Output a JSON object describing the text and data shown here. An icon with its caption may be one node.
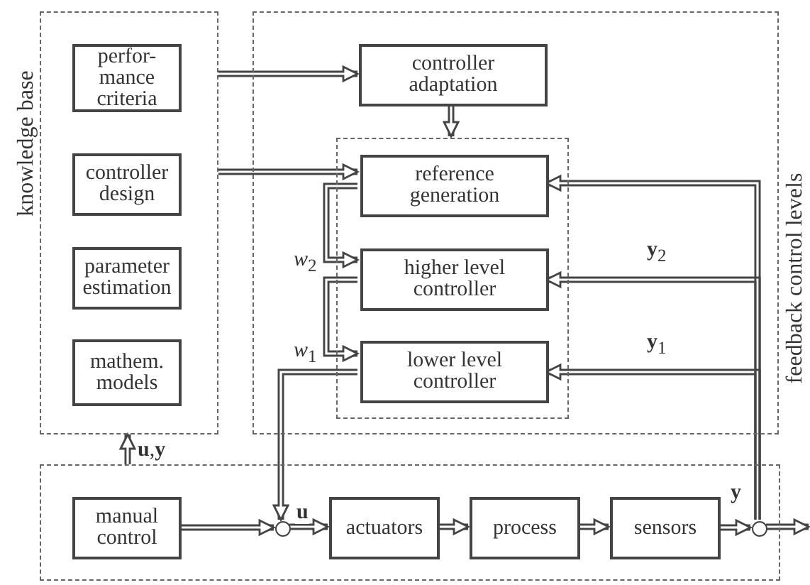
{
  "diagram": {
    "nodes": [
      {
        "text": [
          "knowledge base"
        ]
      },
      {
        "text": [
          "perfor- mance criteria"
        ],
        "in": 0
      },
      {
        "text": [
          "controller design"
        ],
        "in": 0
      },
      {
        "text": [
          "parameter estimation"
        ],
        "in": 0
      },
      {
        "text": [
          "mathem. models"
        ],
        "in": 0
      },
      {
        "text": [
          "feedback control levels"
        ]
      },
      {
        "text": [
          "controller adaptation"
        ],
        "in": 5
      },
      {
        "text": [],
        "shape": "box",
        "in": 5
      },
      {
        "text": [
          "reference generation"
        ],
        "in": 7
      },
      {
        "text": [
          "higher level controller"
        ],
        "in": 7
      },
      {
        "text": [
          "lower level controller"
        ],
        "in": 7
      },
      {
        "text": [],
        "shape": "box"
      },
      {
        "text": [
          "manual control"
        ],
        "in": 11
      },
      {
        "text": [],
        "shape": "circle",
        "in": 11
      },
      {
        "text": [
          "actuators"
        ],
        "in": 11
      },
      {
        "text": [
          "process"
        ],
        "in": 11
      },
      {
        "text": [
          "sensors"
        ],
        "in": 11
      },
      {
        "text": [],
        "shape": "circle",
        "in": 11
      }
    ],
    "edges": [
      {
        "from": 0,
        "to": 6,
        "arrow": "to"
      },
      {
        "from": 0,
        "to": 8,
        "arrow": "to"
      },
      {
        "from": 6,
        "to": 7,
        "arrow": "to"
      },
      {
        "from": 8,
        "to": 9,
        "arrow": "to",
        "label": "*w*$_{2}$"
      },
      {
        "from": 9,
        "to": 10,
        "arrow": "to",
        "label": "*w*$_{1}$"
      },
      {
        "from": 10,
        "to": 13,
        "arrow": "to"
      },
      {
        "from": 12,
        "to": 13,
        "arrow": "to"
      },
      {
        "from": 13,
        "to": 14,
        "arrow": "to",
        "label": "**u**"
      },
      {
        "from": 14,
        "to": 15,
        "arrow": "to"
      },
      {
        "from": 15,
        "to": 16,
        "arrow": "to"
      },
      {
        "from": 16,
        "to": 17,
        "arrow": "to",
        "label": "**y**"
      },
      {
        "from": 17,
        "to": null,
        "arrow": "to"
      },
      {
        "from": 17,
        "to": 10,
        "arrow": "to",
        "label": "**y**$_{1}$"
      },
      {
        "from": 17,
        "to": 9,
        "arrow": "to",
        "label": "**y**$_{2}$"
      },
      {
        "from": 17,
        "to": 8,
        "arrow": "to"
      },
      {
        "from": 11,
        "to": 0,
        "arrow": "to",
        "label": "**u**,**y**"
      }
    ]
  }
}
